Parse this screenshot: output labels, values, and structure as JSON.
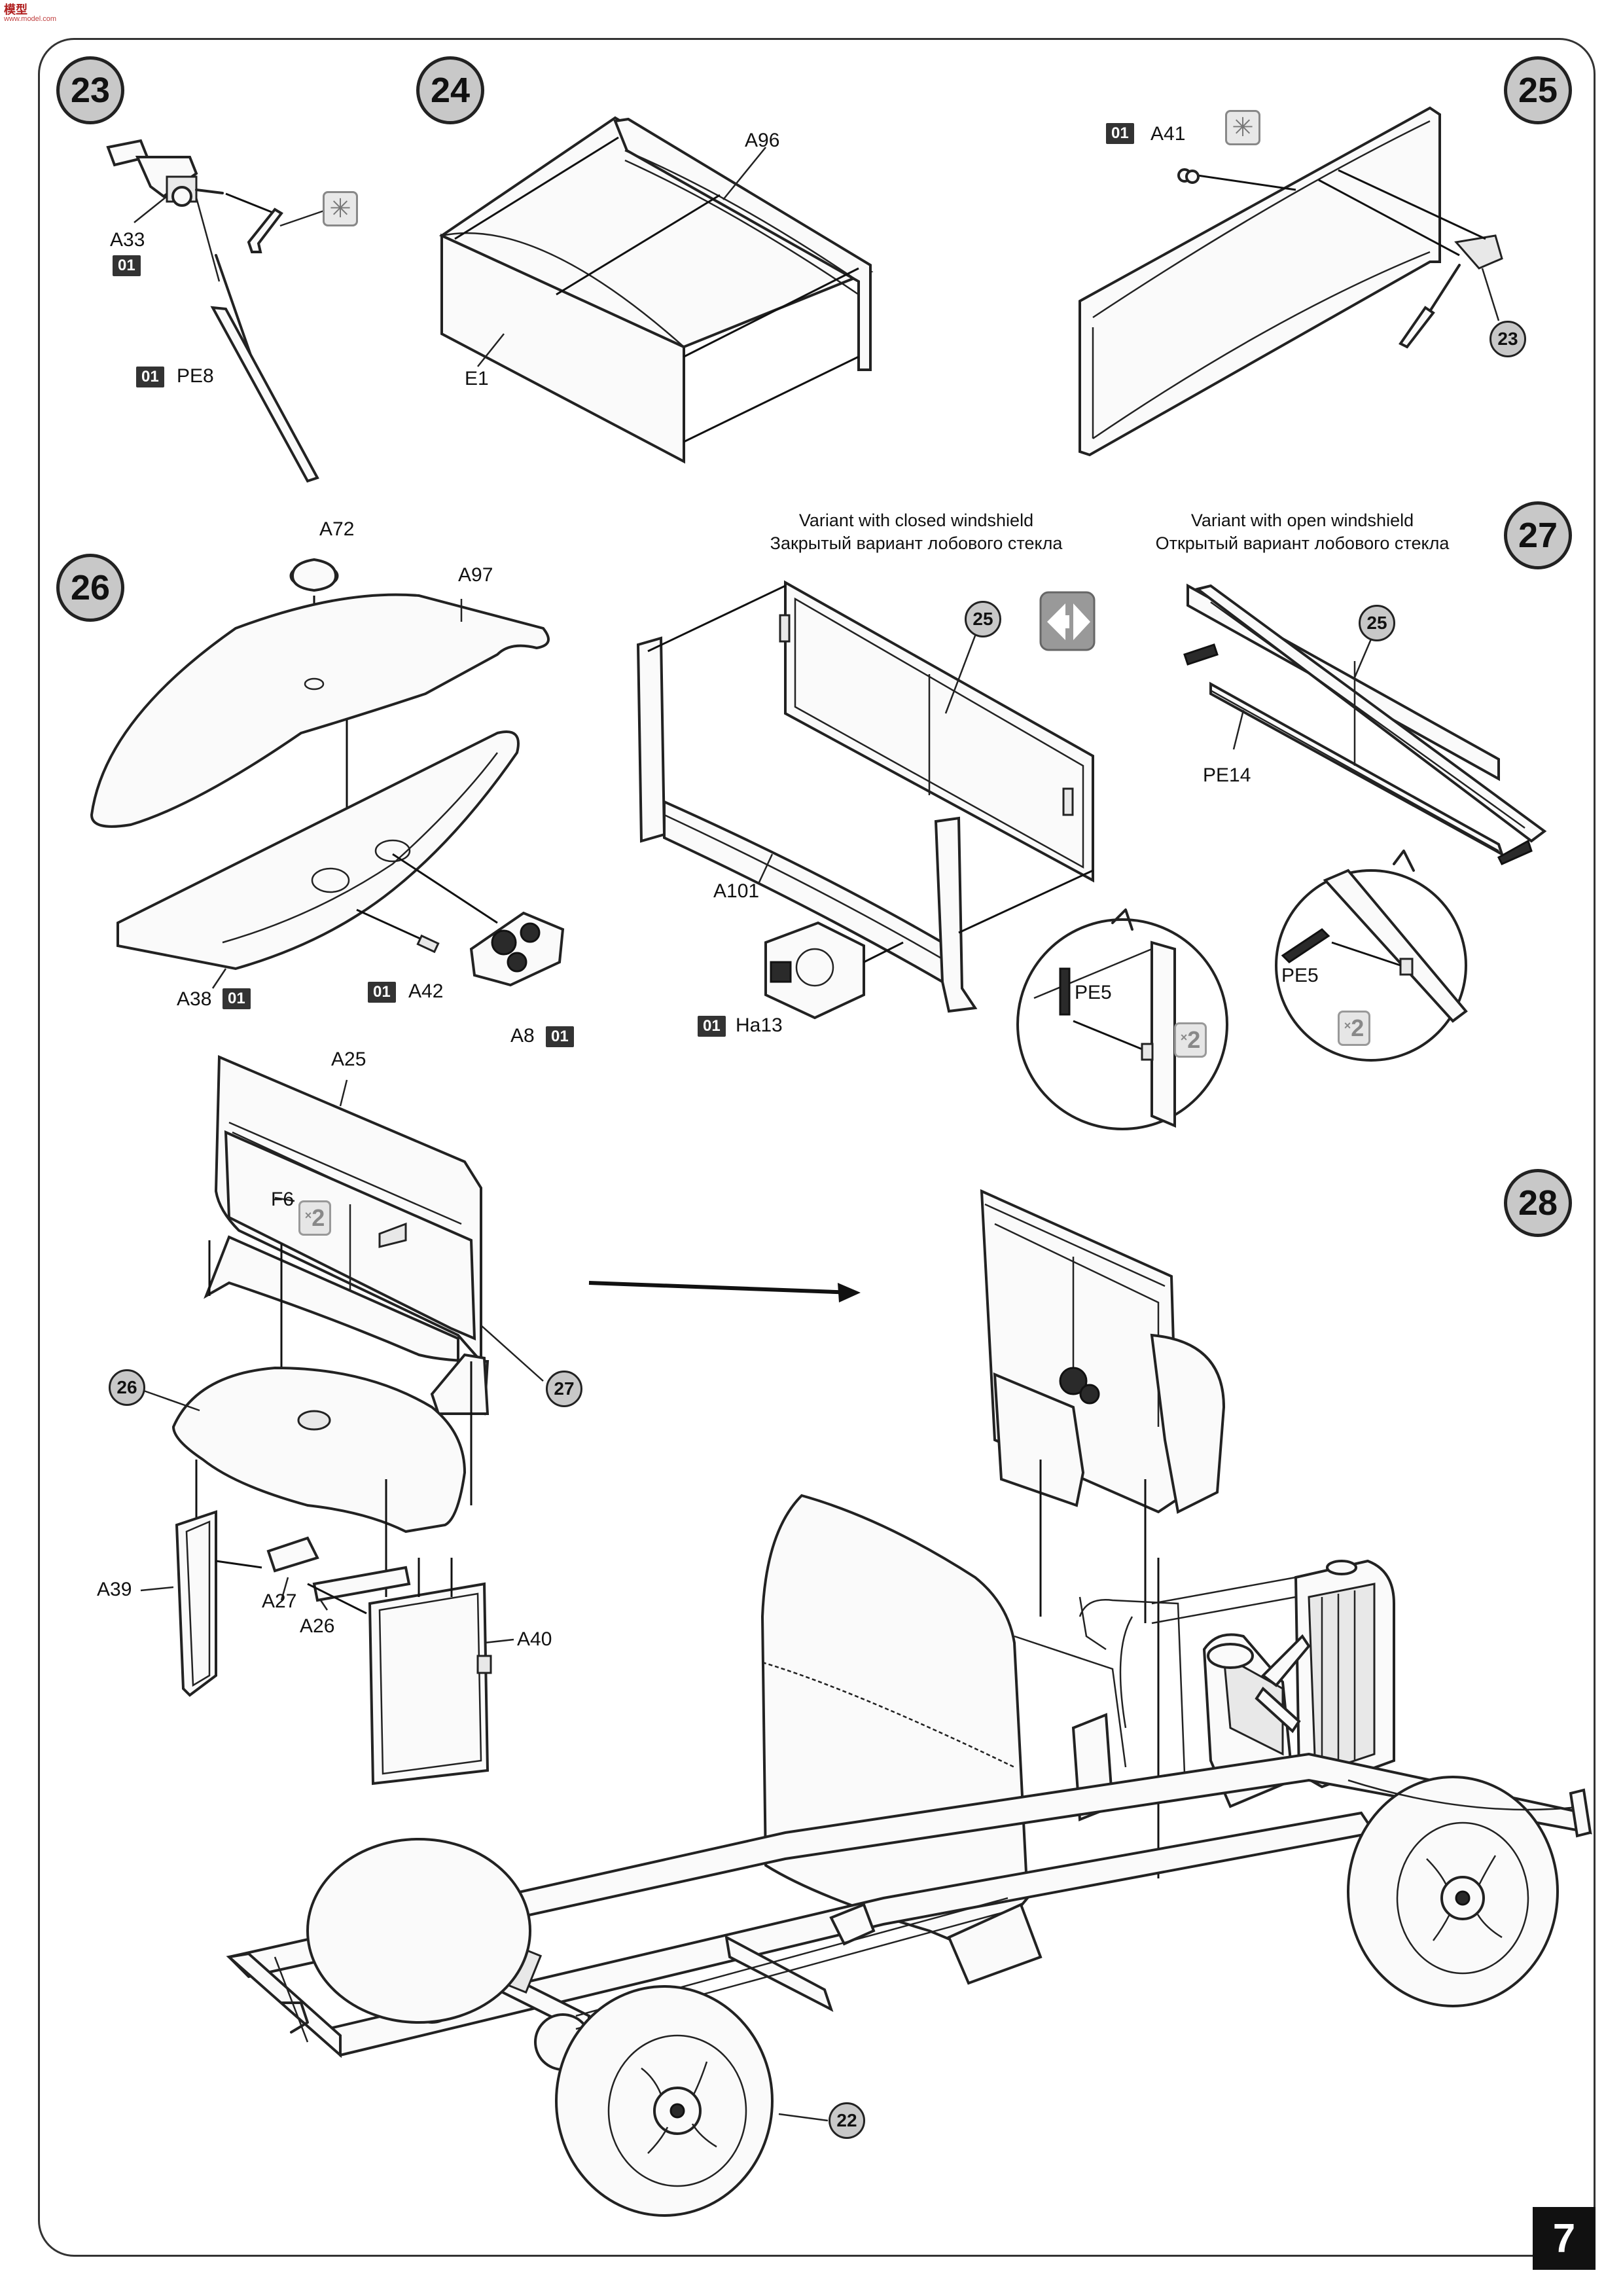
{
  "logo": {
    "text": "模型",
    "sub": "www.model.com"
  },
  "page_number": "7",
  "steps": {
    "s23": {
      "number": "23",
      "parts": {
        "a33": "A33",
        "pe8": "PE8"
      },
      "sprue": "01"
    },
    "s24": {
      "number": "24",
      "parts": {
        "a96": "A96",
        "e1": "E1"
      }
    },
    "s25": {
      "number": "25",
      "parts": {
        "a41": "A41"
      },
      "sprue": "01",
      "ref": "23"
    },
    "s26": {
      "number": "26",
      "parts": {
        "a72": "A72",
        "a97": "A97",
        "a38": "A38",
        "a42": "A42",
        "a8": "A8"
      },
      "sprue": "01"
    },
    "s26b": {
      "caption_en": "Variant with closed windshield",
      "caption_ru": "Закрытый вариант лобового стекла",
      "parts": {
        "a101": "A101",
        "ha13": "Ha13",
        "pe5": "PE5"
      },
      "sprue": "01",
      "ref": "25",
      "qty": "2"
    },
    "s27": {
      "number": "27",
      "caption_en": "Variant with open windshield",
      "caption_ru": "Открытый вариант лобового стекла",
      "parts": {
        "pe14": "PE14",
        "pe5": "PE5"
      },
      "ref": "25",
      "qty": "2"
    },
    "s28": {
      "number": "28",
      "parts": {
        "a25": "A25",
        "f6": "F6",
        "a39": "A39",
        "a27": "A27",
        "a26": "A26",
        "a40": "A40"
      },
      "refs": {
        "r26": "26",
        "r27": "27",
        "r22": "22"
      },
      "qty": "2"
    }
  },
  "icons": {
    "glue": "asterisk-glue-icon",
    "alt": "alternative-arrows-icon"
  }
}
